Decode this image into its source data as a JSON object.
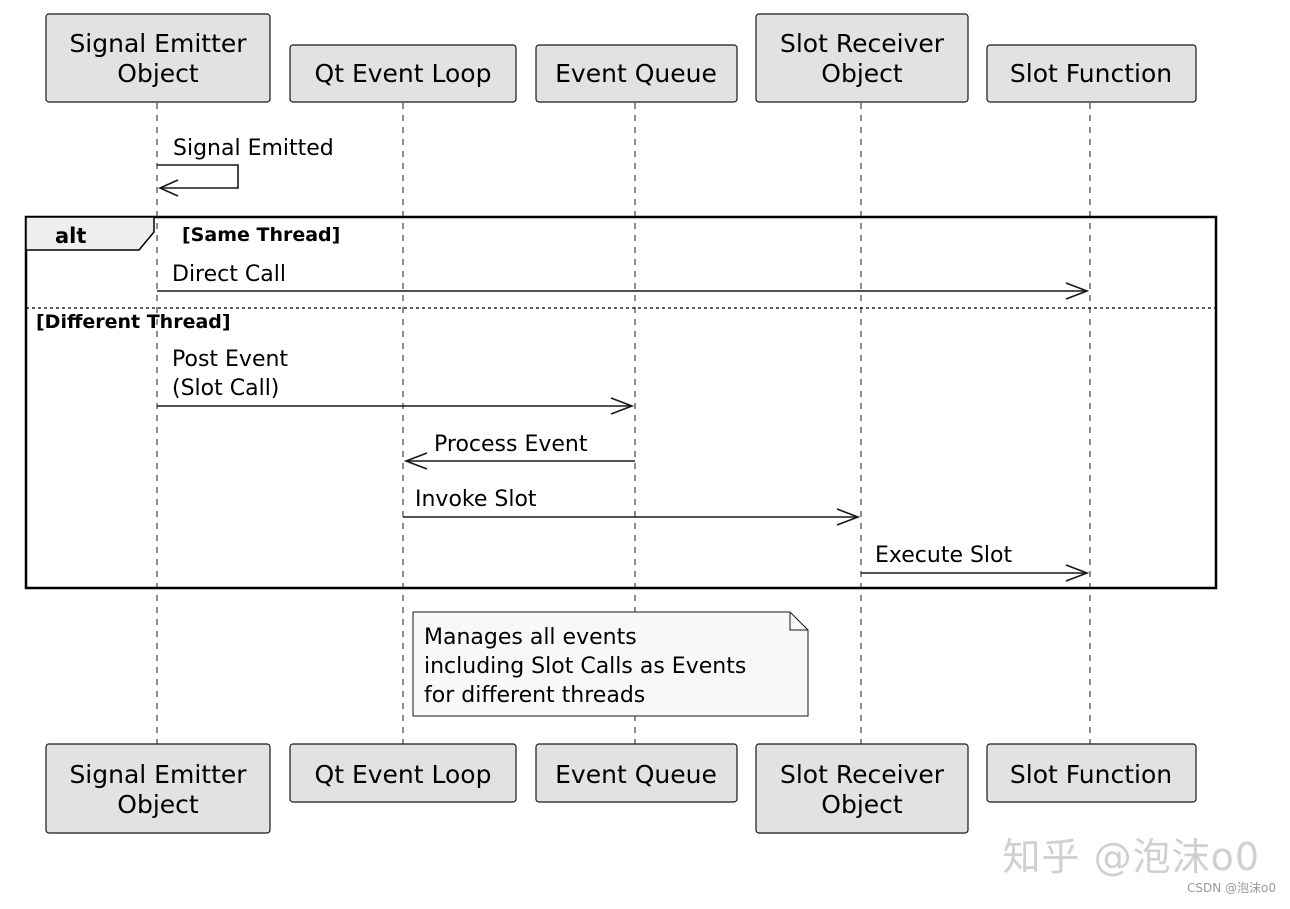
{
  "participants": [
    {
      "id": "emitter",
      "lines": [
        "Signal Emitter",
        "Object"
      ]
    },
    {
      "id": "loop",
      "lines": [
        "Qt Event Loop"
      ]
    },
    {
      "id": "queue",
      "lines": [
        "Event Queue"
      ]
    },
    {
      "id": "receiver",
      "lines": [
        "Slot Receiver",
        "Object"
      ]
    },
    {
      "id": "slotfn",
      "lines": [
        "Slot Function"
      ]
    }
  ],
  "self_message": {
    "from": "emitter",
    "label": "Signal Emitted"
  },
  "alt": {
    "label": "alt",
    "guard1": "[Same Thread]",
    "guard2": "[Different Thread]"
  },
  "messages": [
    {
      "from": "emitter",
      "to": "slotfn",
      "lines": [
        "Direct Call"
      ]
    },
    {
      "from": "emitter",
      "to": "queue",
      "lines": [
        "Post Event",
        "(Slot Call)"
      ]
    },
    {
      "from": "queue",
      "to": "loop",
      "lines": [
        "Process Event"
      ]
    },
    {
      "from": "loop",
      "to": "receiver",
      "lines": [
        "Invoke Slot"
      ]
    },
    {
      "from": "receiver",
      "to": "slotfn",
      "lines": [
        "Execute Slot"
      ]
    }
  ],
  "note": {
    "lines": [
      "Manages all events",
      "including Slot Calls as Events",
      "for different threads"
    ]
  },
  "watermark": {
    "main": "知乎 @泡沫o0",
    "small": "CSDN @泡沫o0"
  }
}
